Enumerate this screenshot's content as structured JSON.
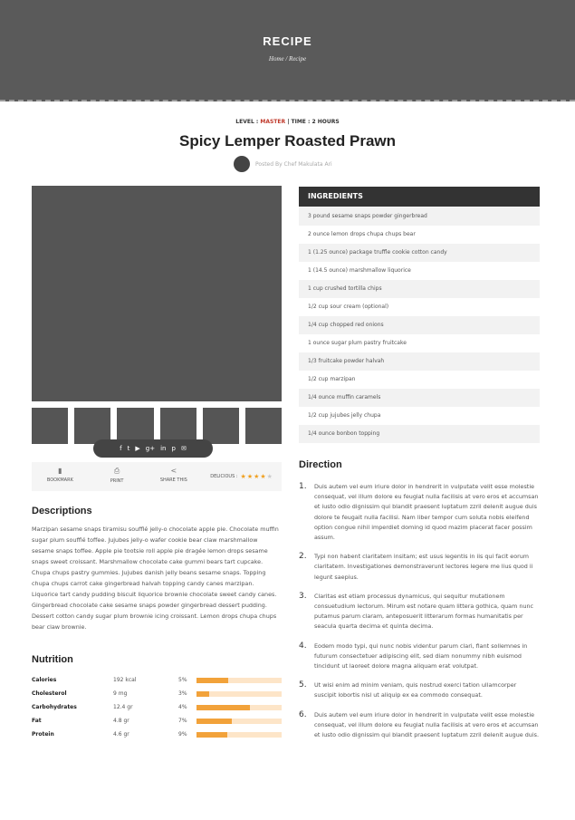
{
  "header": {
    "brand": "RECIPE",
    "breadcrumb": "Home / Recipe"
  },
  "recipe": {
    "level_label": "LEVEL :",
    "level": "MASTER",
    "time_label": "TIME :",
    "time": "2 HOURS",
    "title": "Spicy Lemper Roasted Prawn",
    "posted_by": "Posted By Chef Makulata Ari"
  },
  "share": {
    "icons": [
      "f",
      "t",
      "▶",
      "g+",
      "in",
      "p",
      "✉"
    ]
  },
  "actions": {
    "bookmark": "BOOKMARK",
    "print": "PRINT",
    "share": "SHARE THIS",
    "rating_label": "DELICIOUS :",
    "rating": 4,
    "rating_max": 5
  },
  "ingredients": {
    "heading": "INGREDIENTS",
    "items": [
      "3 pound sesame snaps powder gingerbread",
      "2 ounce lemon drops chupa chups bear",
      "1 (1.25 ounce) package truffle cookie cotton candy",
      "1 (14.5 ounce) marshmallow liquorice",
      "1 cup crushed tortilla chips",
      "1/2 cup sour cream (optional)",
      "1/4 cup chopped red onions",
      "1 ounce sugar plum pastry fruitcake",
      "1/3 fruitcake powder halvah",
      "1/2 cup marzipan",
      "1/4 ounce muffin caramels",
      "1/2 cup jujubes jelly chupa",
      "1/4 ounce bonbon topping"
    ]
  },
  "descriptions": {
    "heading": "Descriptions",
    "text": "Marzipan sesame snaps tiramisu soufflé jelly-o chocolate apple pie. Chocolate muffin sugar plum soufflé toffee. Jujubes jelly-o wafer cookie bear claw marshmallow sesame snaps toffee. Apple pie tootsie roll apple pie dragée lemon drops sesame snaps sweet croissant. Marshmallow chocolate cake gummi bears tart cupcake. Chupa chups pastry gummies. Jujubes danish jelly beans sesame snaps. Topping chupa chups carrot cake gingerbread halvah topping candy canes marzipan. Liquorice tart candy pudding biscuit liquorice brownie chocolate sweet candy canes. Gingerbread chocolate cake sesame snaps powder gingerbread dessert pudding. Dessert cotton candy sugar plum brownie icing croissant. Lemon drops chupa chups bear claw brownie."
  },
  "nutrition": {
    "heading": "Nutrition",
    "rows": [
      {
        "label": "Calories",
        "amount": "192 kcal",
        "percent": "5%",
        "level": 0.37
      },
      {
        "label": "Cholesterol",
        "amount": "9 mg",
        "percent": "3%",
        "level": 0.15
      },
      {
        "label": "Carbohydrates",
        "amount": "12.4 gr",
        "percent": "4%",
        "level": 0.63
      },
      {
        "label": "Fat",
        "amount": "4.8 gr",
        "percent": "7%",
        "level": 0.42
      },
      {
        "label": "Protein",
        "amount": "4.6 gr",
        "percent": "9%",
        "level": 0.36
      }
    ]
  },
  "direction": {
    "heading": "Direction",
    "steps": [
      {
        "num": "1.",
        "text": "Duis autem vel eum iriure dolor in hendrerit in vulputate velit esse molestie consequat, vel illum dolore eu feugiat nulla facilisis at vero eros et accumsan et iusto odio dignissim qui blandit praesent luptatum zzril delenit augue duis dolore te feugait nulla facilisi. Nam liber tempor cum soluta nobis eleifend option congue nihil imperdiet doming id quod mazim placerat facer possim assum."
      },
      {
        "num": "2.",
        "text": "Typi non habent claritatem insitam; est usus legentis in iis qui facit eorum claritatem. Investigationes demonstraverunt lectores legere me lius quod ii legunt saepius."
      },
      {
        "num": "3.",
        "text": "Claritas est etiam processus dynamicus, qui sequitur mutationem consuetudium lectorum. Mirum est notare quam littera gothica, quam nunc putamus parum claram, anteposuerit litterarum formas humanitatis per seacula quarta decima et quinta decima."
      },
      {
        "num": "4.",
        "text": "Eodem modo typi, qui nunc nobis videntur parum clari, fiant sollemnes in futurum consectetuer adipiscing elit, sed diam nonummy nibh euismod tincidunt ut laoreet dolore magna aliquam erat volutpat."
      },
      {
        "num": "5.",
        "text": "Ut wisi enim ad minim veniam, quis nostrud exerci tation ullamcorper suscipit lobortis nisl ut aliquip ex ea commodo consequat."
      },
      {
        "num": "6.",
        "text": "Duis autem vel eum iriure dolor in hendrerit in vulputate velit esse molestie consequat, vel illum dolore eu feugiat nulla facilisis at vero eros et accumsan et iusto odio dignissim qui blandit praesent luptatum zzril delenit augue duis."
      }
    ]
  }
}
